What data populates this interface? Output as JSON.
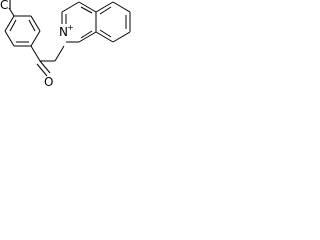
{
  "atoms": {
    "chlorine": "Cl",
    "oxygen": "O",
    "nitrogen": "N",
    "charge": "+"
  }
}
